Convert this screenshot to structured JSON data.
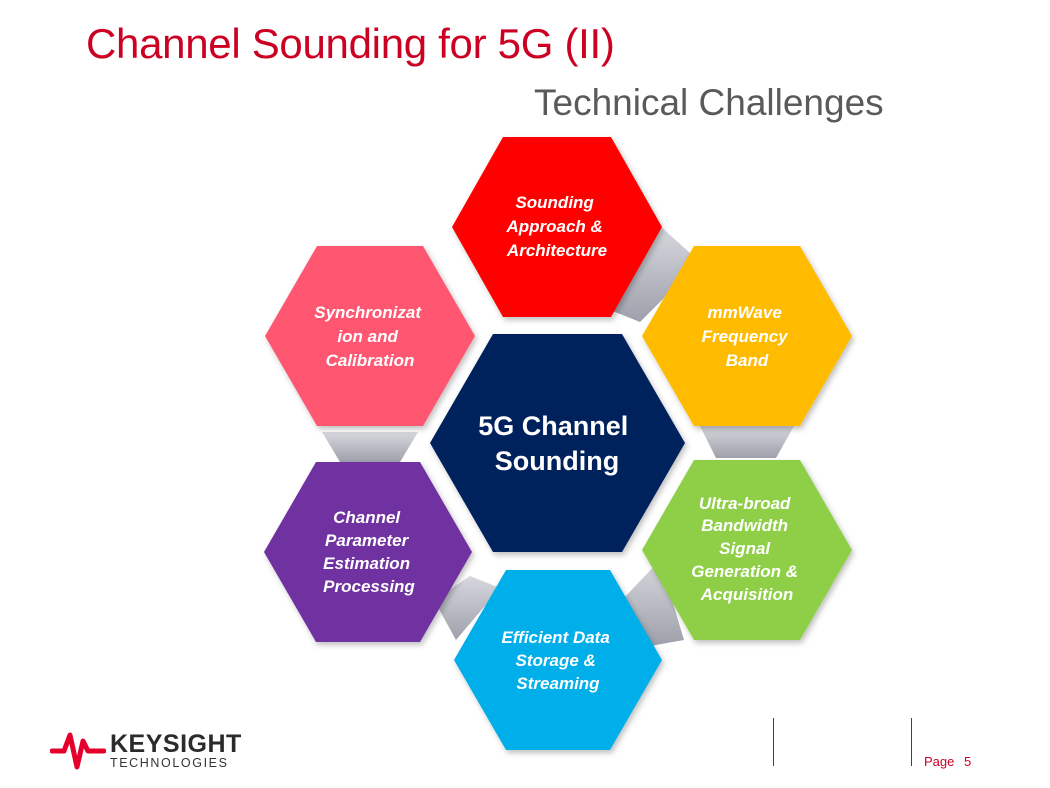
{
  "slide": {
    "title": "Channel Sounding for 5G (II)",
    "subtitle": "Technical Challenges"
  },
  "diagram": {
    "center": {
      "lines": [
        "5G Channel",
        "Sounding"
      ],
      "color": "#00205b"
    },
    "nodes": [
      {
        "id": "sounding",
        "lines": [
          "Sounding",
          "Approach &",
          "Architecture"
        ],
        "color": "#ff0000"
      },
      {
        "id": "mmwave",
        "lines": [
          "mmWave",
          "Frequency",
          "Band"
        ],
        "color": "#ffbb00"
      },
      {
        "id": "ultra",
        "lines": [
          "Ultra-broad",
          "Bandwidth",
          "Signal",
          "Generation &",
          "Acquisition"
        ],
        "color": "#8fcf46"
      },
      {
        "id": "storage",
        "lines": [
          "Efficient Data",
          "Storage &",
          "Streaming"
        ],
        "color": "#00aee9"
      },
      {
        "id": "param",
        "lines": [
          "Channel",
          "Parameter",
          "Estimation",
          "Processing"
        ],
        "color": "#7030a0"
      },
      {
        "id": "sync",
        "lines": [
          "Synchronizat",
          "ion and",
          "Calibration"
        ],
        "color": "#ff5672"
      }
    ]
  },
  "footer": {
    "logo_word": "KEYSIGHT",
    "logo_sub": "TECHNOLOGIES",
    "page_label": "Page",
    "page_number": "5"
  },
  "colors": {
    "accent": "#cc0022",
    "connector": "#b8bac4"
  }
}
